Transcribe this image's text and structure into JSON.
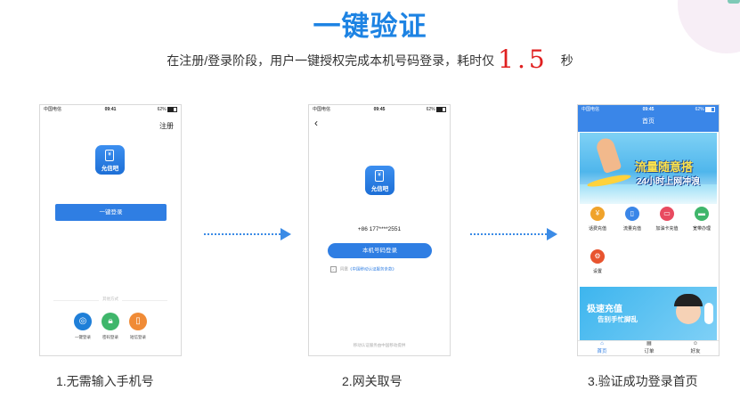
{
  "title": "一键验证",
  "subtitle": {
    "prefix": "在注册/登录阶段，用户一键授权完成本机号码登录，耗时仅",
    "value": "1.5",
    "unit": "秒"
  },
  "colors": {
    "accent": "#1d83e3",
    "highlight": "#e02020",
    "arrow": "#3b8be6"
  },
  "phone1": {
    "status": {
      "carrier": "中国电信",
      "time": "09:41",
      "battery": "62%"
    },
    "register": "注册",
    "app_name": "允信吧",
    "login_button": "一键登录",
    "divider": "其他方式",
    "options": [
      {
        "label": "一键登录",
        "icon": "china-mobile-icon",
        "color": "#1f7fd8"
      },
      {
        "label": "密码登录",
        "icon": "lock-icon",
        "color": "#3fb66b"
      },
      {
        "label": "短信登录",
        "icon": "sms-phone-icon",
        "color": "#f08b36"
      }
    ]
  },
  "phone2": {
    "status": {
      "carrier": "中国电信",
      "time": "09:45",
      "battery": "62%"
    },
    "back": "‹",
    "app_name": "允信吧",
    "number": "+86  177****2551",
    "login_button": "本机号码登录",
    "agree_prefix": "同意",
    "agree_link": "《中国移动认证服务条款》",
    "footer": "移动认证服务由中国移动提供"
  },
  "phone3": {
    "status": {
      "carrier": "中国电信",
      "time": "09:45",
      "battery": "62%"
    },
    "header": "首页",
    "banner_top": {
      "line1": "流量随意搭",
      "line2": "24小时上网冲浪"
    },
    "grid": [
      {
        "label": "话费充值",
        "icon": "phone-bill-icon",
        "color": "#f0a32b"
      },
      {
        "label": "流量充值",
        "icon": "data-icon",
        "color": "#3a86e8"
      },
      {
        "label": "加油卡充值",
        "icon": "fuel-card-icon",
        "color": "#e84a5f"
      },
      {
        "label": "宽带办理",
        "icon": "broadband-icon",
        "color": "#3fb66b"
      },
      {
        "label": "设置",
        "icon": "settings-icon",
        "color": "#e8542f"
      }
    ],
    "banner_bottom": {
      "line1": "极速充值",
      "line2": "告别手忙脚乱"
    },
    "tabs": [
      {
        "label": "首页",
        "icon": "home-icon"
      },
      {
        "label": "订单",
        "icon": "order-icon"
      },
      {
        "label": "好友",
        "icon": "friends-icon"
      }
    ]
  },
  "captions": [
    "1.无需输入手机号",
    "2.网关取号",
    "3.验证成功登录首页"
  ]
}
